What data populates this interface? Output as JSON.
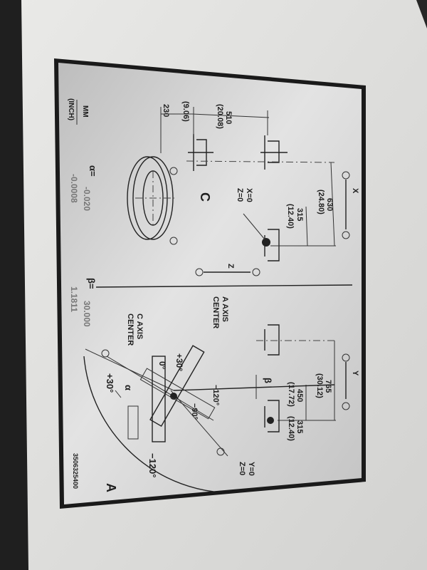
{
  "plate": {
    "units": {
      "mm": "MM",
      "inch": "(INCH)"
    },
    "serial": "3506325400",
    "view_label": "A",
    "top_view": {
      "dim_x_offset": {
        "mm": "230",
        "inch": "(9.06)"
      },
      "dim_travel_h": {
        "mm": "510",
        "inch": "(20.08)"
      },
      "dim_x_total": {
        "mm": "630",
        "inch": "(24.80)"
      },
      "dim_x_half": {
        "mm": "315",
        "inch": "(12.40)"
      },
      "axis_x": "X",
      "axis_z": "Z",
      "axis_c": "C",
      "origin_x": "X=0",
      "origin_z": "Z=0",
      "minus": "−",
      "plus": "+"
    },
    "side_view": {
      "axis_y": "Y",
      "dim_y_total": {
        "mm": "765",
        "inch": "(30.12)"
      },
      "dim_y_mid": {
        "mm": "450",
        "inch": "(17.72)"
      },
      "dim_y_half": {
        "mm": "315",
        "inch": "(12.40)"
      },
      "origin_y": "Y=0",
      "origin_z": "Z=0",
      "a_axis_center": [
        "A AXIS",
        "CENTER"
      ],
      "c_axis_center": [
        "C AXIS",
        "CENTER"
      ],
      "angles": {
        "zero": "0°",
        "plus30": "+30°",
        "plus30_box": "+30°",
        "minus90": "−90°",
        "minus120_box": "−120°",
        "minus120_arc": "−120°"
      },
      "alpha_symbol": "α",
      "beta_symbol": "β"
    },
    "calibration": {
      "alpha_label": "α=",
      "alpha_mm": "-0.020",
      "alpha_inch": "-0.0008",
      "beta_label": "β=",
      "beta_mm": "30.000",
      "beta_inch": "1.1811"
    }
  },
  "colors": {
    "plate_metal": "#cfcfcf",
    "plate_border": "#1a1a1a",
    "enclosure": "#e4e4e2",
    "ink": "#1e1e1e"
  }
}
